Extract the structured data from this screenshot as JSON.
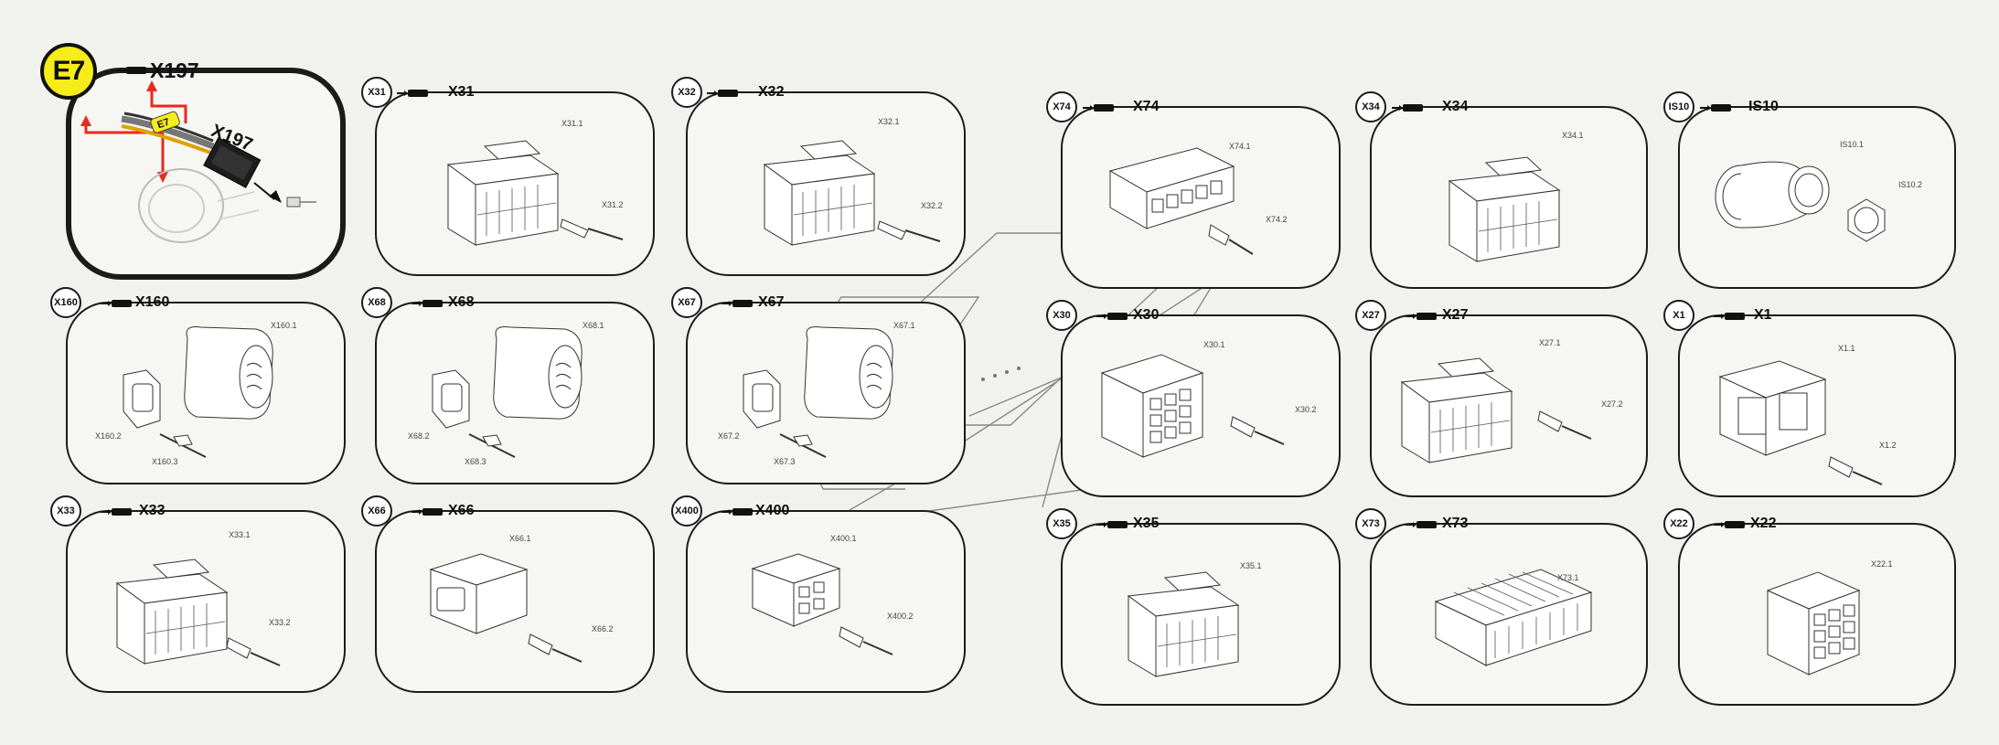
{
  "main": {
    "badge": "E7",
    "title": "X197",
    "inline_callout": "X197",
    "tag": "E7",
    "accent_color": "#f5ec1a",
    "arrow_color": "#e52b1f"
  },
  "panels": [
    {
      "id": "x31",
      "badge": "X31",
      "title": "X31",
      "labels": [
        "X31.1",
        "X31.2"
      ],
      "icon": "rectangular-connector-icon"
    },
    {
      "id": "x32",
      "badge": "X32",
      "title": "X32",
      "labels": [
        "X32.1",
        "X32.2"
      ],
      "icon": "rectangular-connector-icon"
    },
    {
      "id": "x74",
      "badge": "X74",
      "title": "X74",
      "labels": [
        "X74.1",
        "X74.2"
      ],
      "icon": "power-connector-icon"
    },
    {
      "id": "x34",
      "badge": "X34",
      "title": "X34",
      "labels": [
        "X34.1"
      ],
      "icon": "rectangular-connector-icon"
    },
    {
      "id": "is10",
      "badge": "IS10",
      "title": "IS10",
      "labels": [
        "IS10.1",
        "IS10.2"
      ],
      "icon": "elbow-fitting-icon"
    },
    {
      "id": "x160",
      "badge": "X160",
      "title": "X160",
      "labels": [
        "X160.1",
        "X160.2",
        "X160.3"
      ],
      "icon": "round-connector-icon"
    },
    {
      "id": "x68",
      "badge": "X68",
      "title": "X68",
      "labels": [
        "X68.1",
        "X68.2",
        "X68.3"
      ],
      "icon": "round-connector-icon"
    },
    {
      "id": "x67",
      "badge": "X67",
      "title": "X67",
      "labels": [
        "X67.1",
        "X67.2",
        "X67.3"
      ],
      "icon": "round-connector-icon"
    },
    {
      "id": "x30",
      "badge": "X30",
      "title": "X30",
      "labels": [
        "X30.1",
        "X30.2"
      ],
      "icon": "grid-connector-icon"
    },
    {
      "id": "x27",
      "badge": "X27",
      "title": "X27",
      "labels": [
        "X27.1",
        "X27.2"
      ],
      "icon": "rectangular-connector-icon"
    },
    {
      "id": "x1",
      "badge": "X1",
      "title": "X1",
      "labels": [
        "X1.1",
        "X1.2"
      ],
      "icon": "latch-connector-icon"
    },
    {
      "id": "x33",
      "badge": "X33",
      "title": "X33",
      "labels": [
        "X33.1",
        "X33.2"
      ],
      "icon": "rectangular-connector-icon"
    },
    {
      "id": "x66",
      "badge": "X66",
      "title": "X66",
      "labels": [
        "X66.1",
        "X66.2"
      ],
      "icon": "small-connector-icon"
    },
    {
      "id": "x400",
      "badge": "X400",
      "title": "X400",
      "labels": [
        "X400.1",
        "X400.2"
      ],
      "icon": "small-connector-icon"
    },
    {
      "id": "x35",
      "badge": "X35",
      "title": "X35",
      "labels": [
        "X35.1"
      ],
      "icon": "rectangular-connector-icon"
    },
    {
      "id": "x73",
      "badge": "X73",
      "title": "X73",
      "labels": [
        "X73.1"
      ],
      "icon": "long-connector-icon"
    },
    {
      "id": "x22",
      "badge": "X22",
      "title": "X22",
      "labels": [
        "X22.1"
      ],
      "icon": "grid-connector-icon"
    }
  ]
}
